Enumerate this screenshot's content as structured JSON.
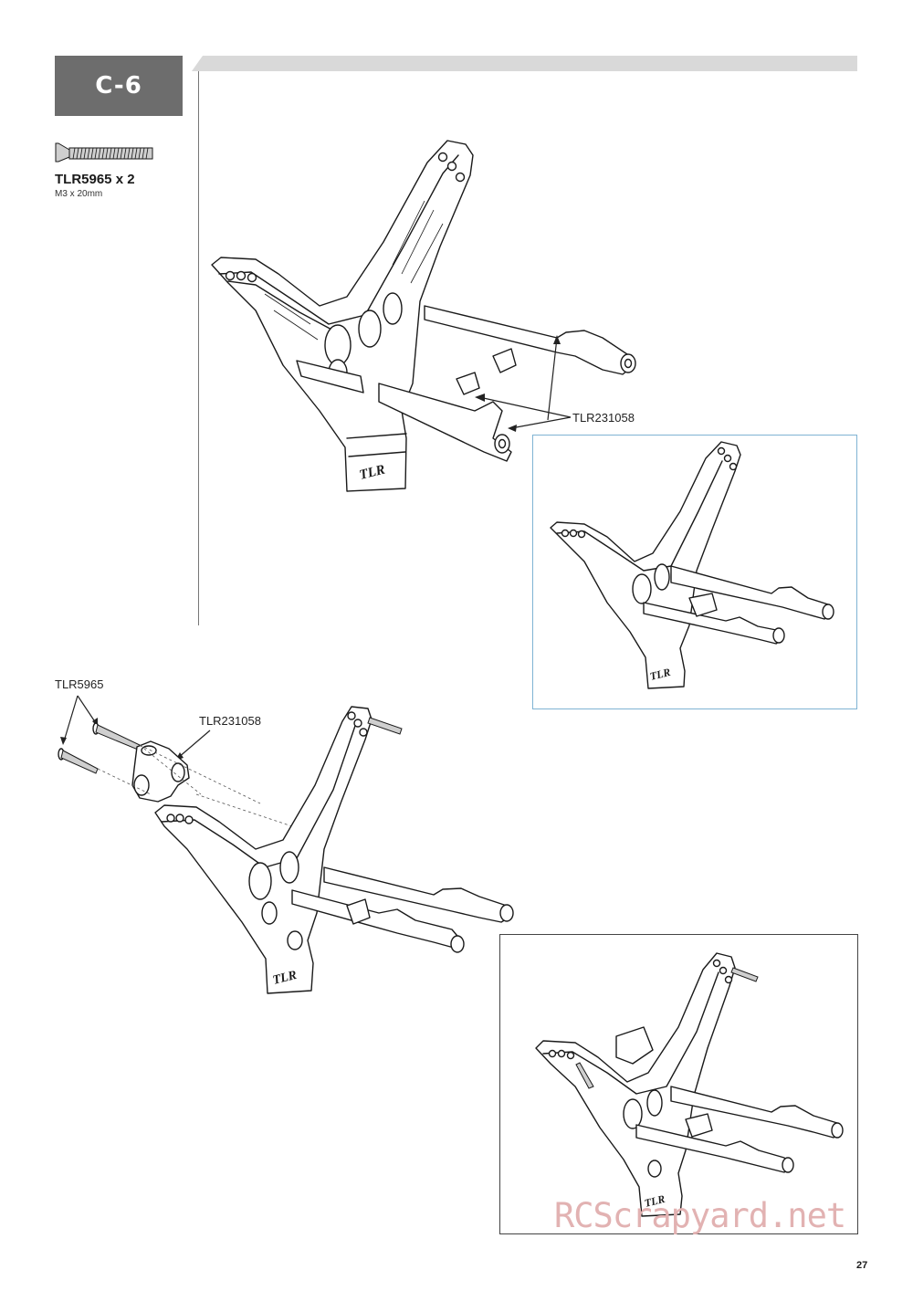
{
  "step": {
    "label": "C-6"
  },
  "hardware": {
    "code": "TLR5965 x 2",
    "size": "M3 x 20mm"
  },
  "callouts": {
    "mount_part": "TLR231058",
    "screw_part": "TLR5965",
    "bracket_part": "TLR231058"
  },
  "watermark": "RCScrapyard.net",
  "page_number": "27",
  "colors": {
    "badge": "#6d6d6d",
    "bar": "#d9d9d9",
    "blue_frame": "#7fb3d3",
    "watermark": "#e2b2b2"
  }
}
